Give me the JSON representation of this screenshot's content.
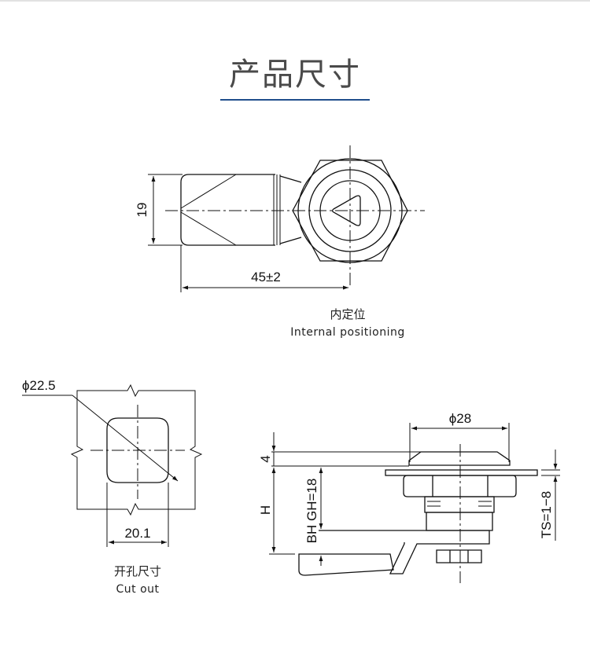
{
  "title": "产品尺寸",
  "colors": {
    "title_underline": "#1f4e8c",
    "title_text": "#4a4a4a"
  },
  "front_view": {
    "dim_height": "19",
    "dim_length": "45±2",
    "caption_cn": "内定位",
    "caption_en": "Internal positioning"
  },
  "cutout_view": {
    "dim_diameter": "ϕ22.5",
    "dim_width": "20.1",
    "caption_cn": "开孔尺寸",
    "caption_en": "Cut out"
  },
  "side_view": {
    "dim_diameter": "ϕ28",
    "dim_cap": "4",
    "dim_h": "H",
    "dim_gh": "BH GH=18",
    "dim_ts": "TS=1−8"
  }
}
